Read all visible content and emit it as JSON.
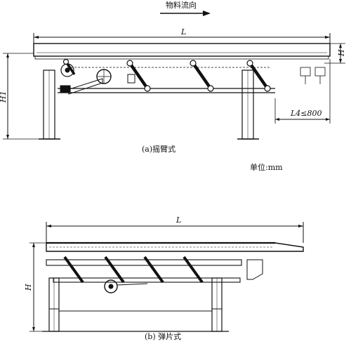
{
  "header": {
    "flow_direction": "物料流向"
  },
  "figure_a": {
    "dim_length": "L",
    "dim_height": "H",
    "dim_frame_height": "H1",
    "dim_overhang": "L4≤800",
    "caption": "(a)摇臂式"
  },
  "unit_note": "单位:mm",
  "figure_b": {
    "dim_length": "L",
    "dim_height": "H",
    "caption": "(b) 弹片式"
  }
}
